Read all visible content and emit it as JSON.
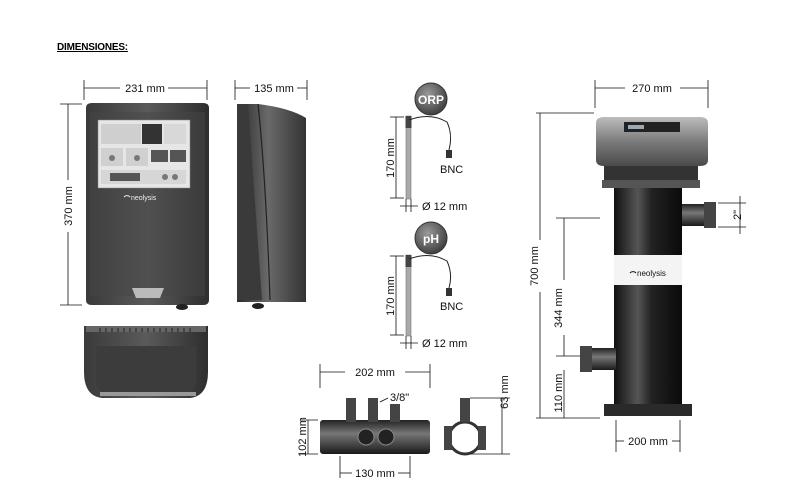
{
  "page": {
    "title": "DIMENSIONES:"
  },
  "controller": {
    "width": "231 mm",
    "height": "370 mm",
    "depth": "135 mm"
  },
  "probes": {
    "orp": {
      "badge": "ORP",
      "length": "170 mm",
      "connector": "BNC",
      "diameter": "Ø 12 mm"
    },
    "ph": {
      "badge": "pH",
      "length": "170 mm",
      "connector": "BNC",
      "diameter": "Ø 12 mm"
    }
  },
  "flow_cell": {
    "length": "202 mm",
    "height": "102 mm",
    "port": "3/8\"",
    "spacing": "130 mm",
    "depth": "63 mm"
  },
  "cell": {
    "top_width": "270 mm",
    "total_height": "700 mm",
    "inlet_height": "344 mm",
    "bottom_height": "110 mm",
    "base_width": "200 mm",
    "pipe": "2\"",
    "brand": "neolysis"
  },
  "controller_brand": "neolysis"
}
